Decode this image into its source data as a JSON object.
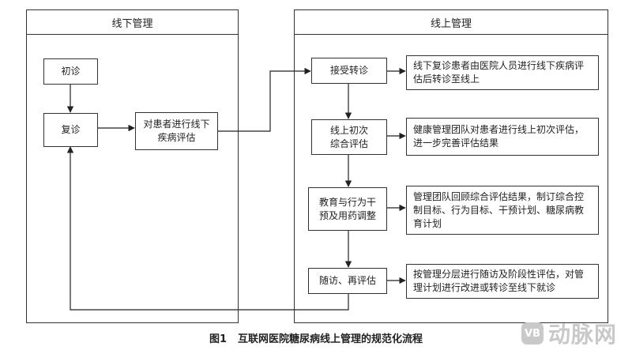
{
  "offline": {
    "title": "线下管理",
    "first_visit": "初诊",
    "return_visit": "复诊",
    "assess": "对患者进行线下\n疾病评估"
  },
  "online": {
    "title": "线上管理",
    "steps": [
      {
        "label": "接受转诊",
        "desc": "线下复诊患者由医院人员进行线下疾病评估后转诊至线上"
      },
      {
        "label": "线上初次\n综合评估",
        "desc": "健康管理团队对患者进行线上初次评估，进一步完善评估结果"
      },
      {
        "label": "教育与行为干\n预及用药调整",
        "desc": "管理团队回顾综合评估结果，制订综合控制目标、行为目标、干预计划、糖尿病教育计划"
      },
      {
        "label": "随访、再评估",
        "desc": "按管理分层进行随访及阶段性评估，对管理计划进行改进或转诊至线下就诊"
      }
    ]
  },
  "caption": {
    "fig": "图1",
    "text": "互联网医院糖尿病线上管理的规范化流程"
  },
  "watermark": {
    "icon": "VB",
    "text": "动脉网"
  }
}
